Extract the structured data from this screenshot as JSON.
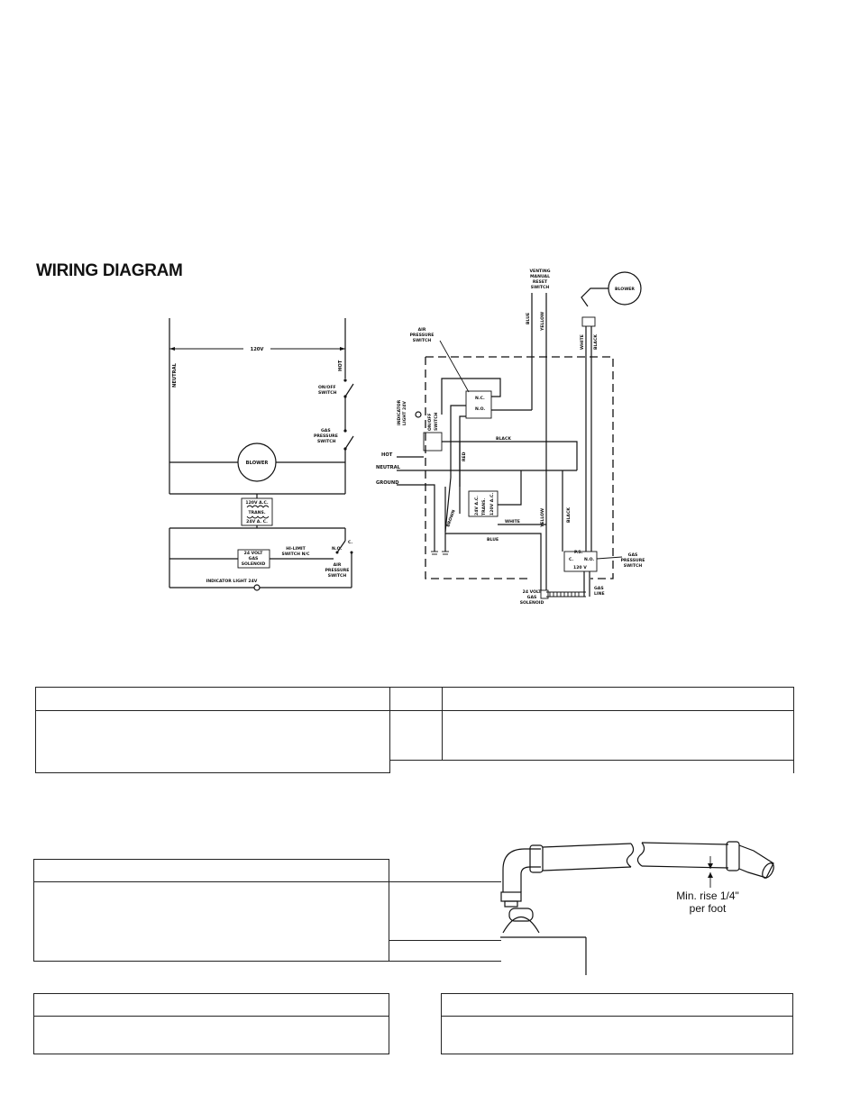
{
  "page": {
    "title": "WIRING DIAGRAM"
  },
  "schematic": {
    "neutral": "NEUTRAL",
    "hot": "HOT",
    "voltage": "120V",
    "onoff_switch": [
      "ON/OFF",
      "SWITCH"
    ],
    "gas_pressure_switch": [
      "GAS",
      "PRESSURE",
      "SWITCH"
    ],
    "blower": "BLOWER",
    "transformer": [
      "120V A.C.",
      "TRANS.",
      "24V A. C."
    ],
    "solenoid": [
      "24 VOLT",
      "GAS",
      "SOLENOID"
    ],
    "hi_limit": [
      "HI-LIMIT",
      "SWITCH N/C"
    ],
    "no": "N.O.",
    "c": "C.",
    "air_pressure_switch": [
      "AIR",
      "PRESSURE",
      "SWITCH"
    ],
    "indicator_light": "INDICATOR LIGHT 24V"
  },
  "pictorial": {
    "venting_reset": [
      "VENTING",
      "MANUAL",
      "RESET",
      "SWITCH"
    ],
    "blower": "BLOWER",
    "air_pressure_switch": [
      "AIR",
      "PRESSURE",
      "SWITCH"
    ],
    "nc": "N.C.",
    "no": "N.O.",
    "indicator_light": [
      "INDICATOR",
      "LIGHT 24V"
    ],
    "onoff": [
      "ON/OFF",
      "SWITCH"
    ],
    "hot": "HOT",
    "neutral": "NEUTRAL",
    "ground": "GROUND",
    "wire_blue": "BLUE",
    "wire_yellow": "YELLOW",
    "wire_white": "WHITE",
    "wire_black": "BLACK",
    "wire_red": "RED",
    "wire_brown": "BROWN",
    "transformer": [
      "24V A.C.",
      "TRANS.",
      "120V A.C."
    ],
    "ps": "P.S.",
    "c": "C.",
    "v120": "120 V",
    "gas_pressure_switch": [
      "GAS",
      "PRESSURE",
      "SWITCH"
    ],
    "solenoid": [
      "24 VOLT",
      "GAS",
      "SOLENOID"
    ],
    "gas_line": [
      "GAS",
      "LINE"
    ]
  },
  "vent_figure": {
    "rise_label": [
      "Min. rise 1/4\"",
      "per foot"
    ]
  }
}
